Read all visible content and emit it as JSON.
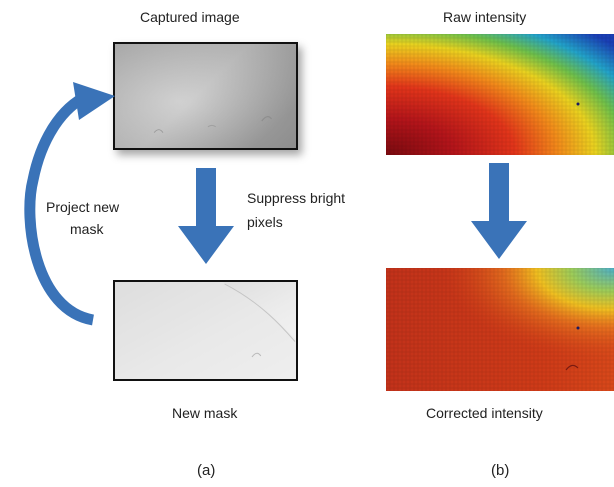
{
  "panel_a": {
    "captured_label": "Captured image",
    "suppress_label_line1": "Suppress bright",
    "suppress_label_line2": "pixels",
    "project_label_line1": "Project new",
    "project_label_line2": "mask",
    "new_mask_label": "New mask",
    "tag": "(a)"
  },
  "panel_b": {
    "raw_label": "Raw intensity",
    "corrected_label": "Corrected intensity",
    "tag": "(b)"
  },
  "colors": {
    "arrow_blue": "#3a73b8",
    "jet_low": "#1a2fb0",
    "jet_high": "#8a0f12"
  }
}
